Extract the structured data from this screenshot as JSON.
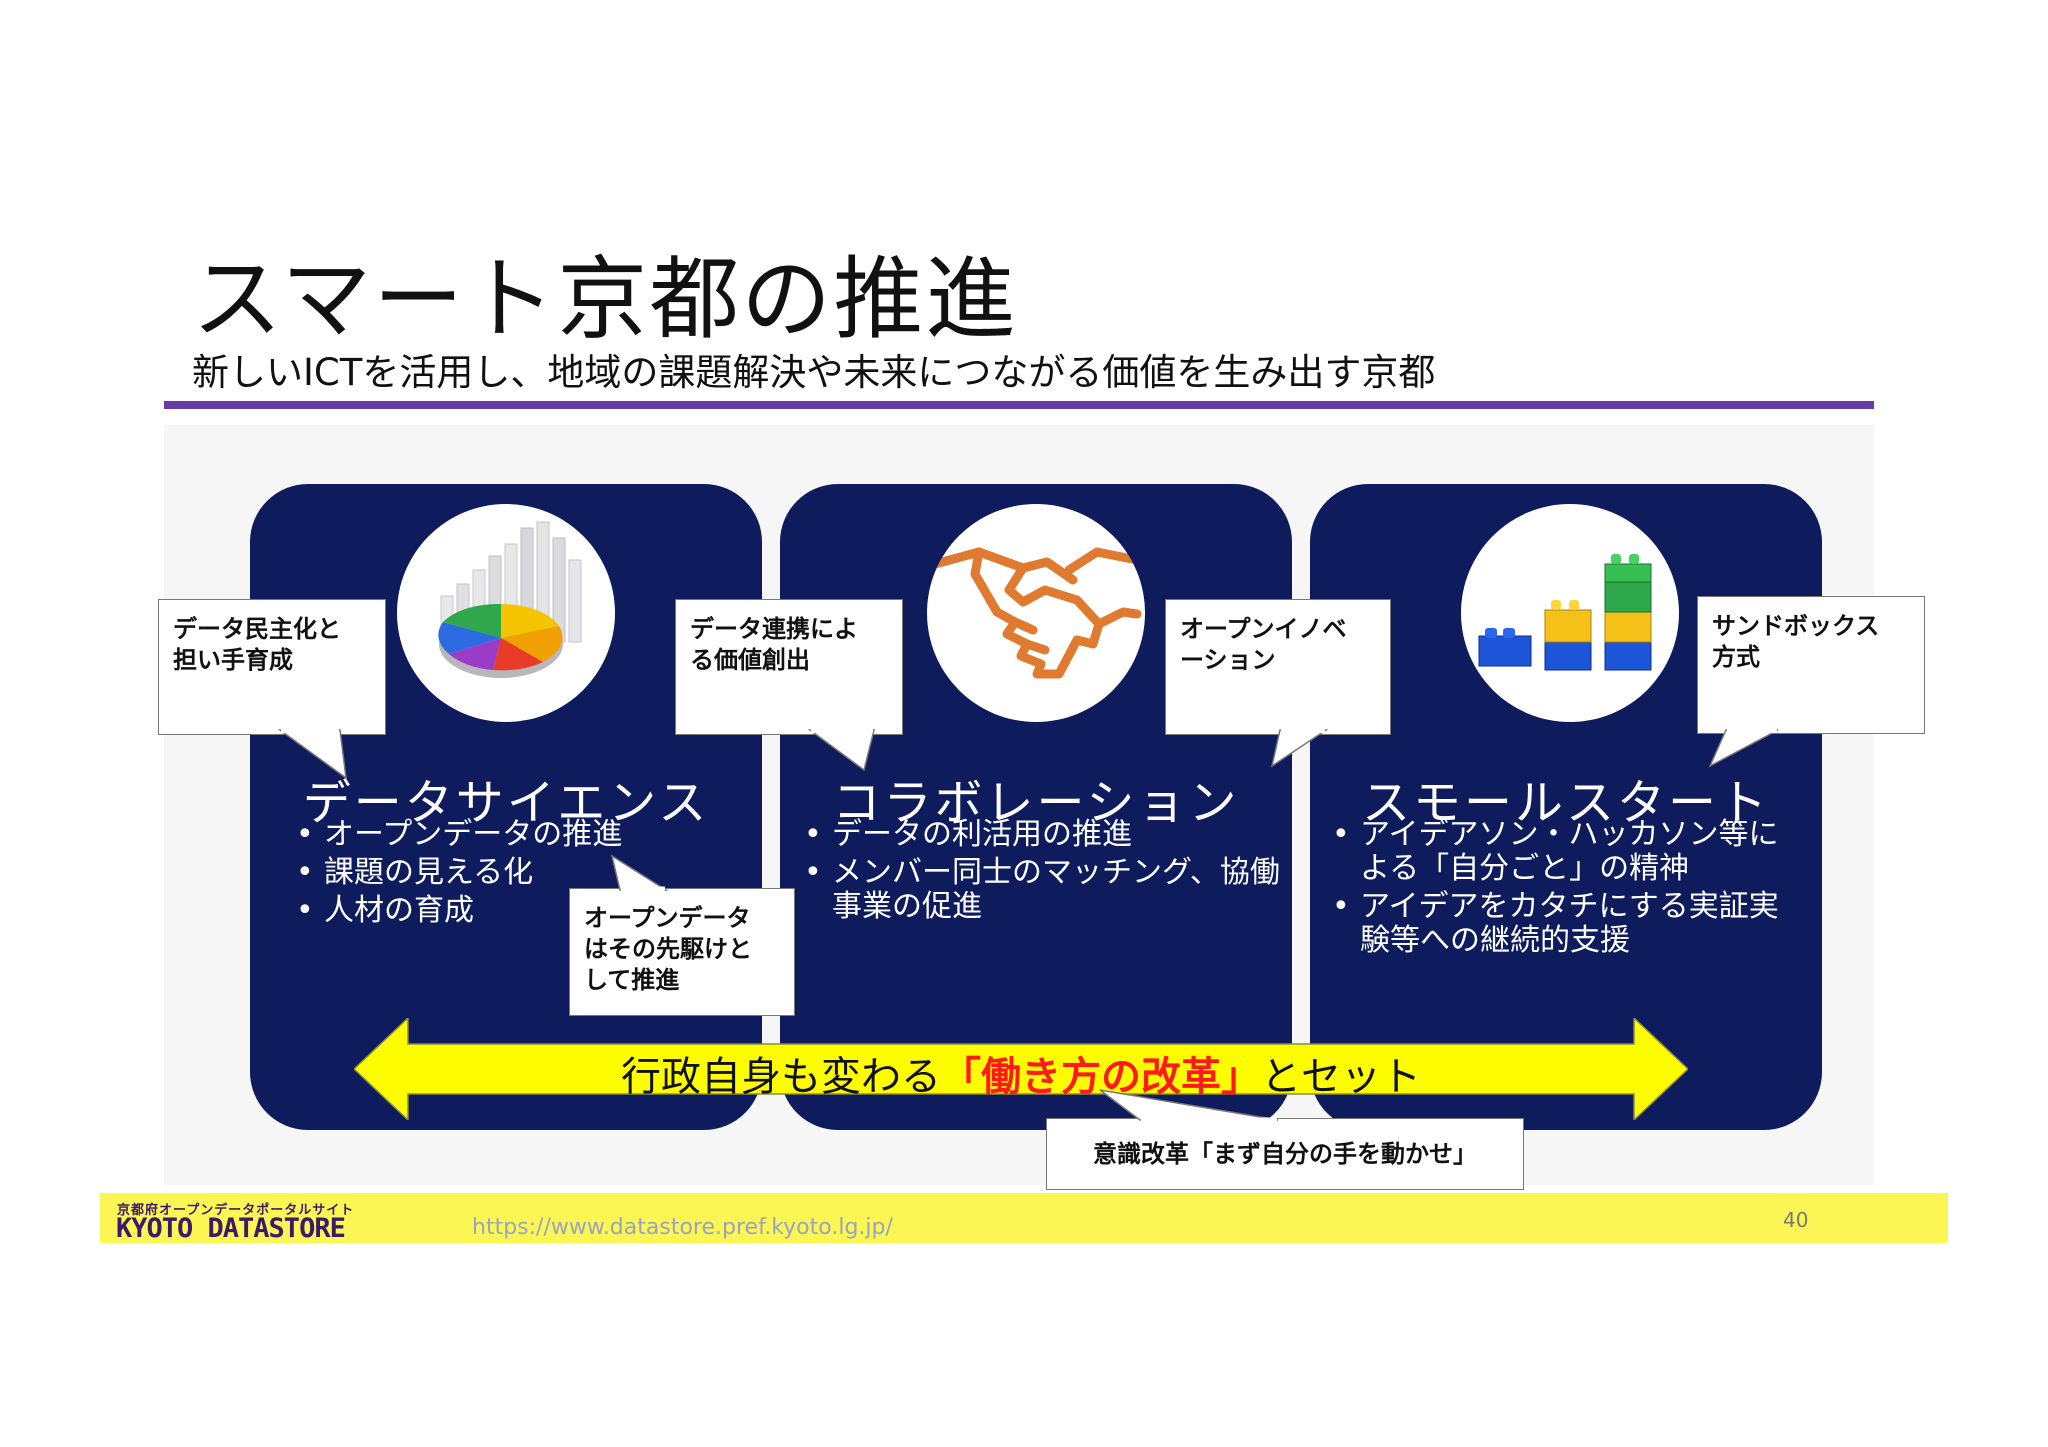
{
  "title": "スマート京都の推進",
  "subtitle": "新しいICTを活用し、地域の課題解決や未来につながる価値を生み出す京都",
  "colors": {
    "accent_purple": "#6a3aa8",
    "panel_navy": "#0e1c5e",
    "band_yellow": "#fdfd00",
    "highlight_red": "#ff1a1a",
    "footer_yellow": "#fbf653"
  },
  "panels": [
    {
      "heading": "データサイエンス",
      "icon": "chart-pie-icon",
      "bullets": [
        "オープンデータの推進",
        "課題の見える化",
        "人材の育成"
      ],
      "callout": [
        "データ民主化と",
        "担い手育成"
      ]
    },
    {
      "heading": "コラボレーション",
      "icon": "handshake-icon",
      "bullets": [
        "データの利活用の推進",
        "メンバー同士のマッチング、協働事業の促進"
      ],
      "callout": [
        "データ連携によ",
        "る価値創出"
      ]
    },
    {
      "heading": "スモールスタート",
      "icon": "building-blocks-icon",
      "bullets": [
        "アイデアソン・ハッカソン等による「自分ごと」の精神",
        "アイデアをカタチにする実証実験等への継続的支援"
      ],
      "callout_left": [
        "オープンイノベ",
        "ーション"
      ],
      "callout_right": [
        "サンドボックス",
        "方式"
      ]
    }
  ],
  "opendata_callout": [
    "オープンデータ",
    "はその先駆けと",
    "して推進"
  ],
  "band": {
    "prefix": "行政自身も変わる",
    "highlight": "「働き方の改革」",
    "suffix": "とセット"
  },
  "awareness_callout": "意識改革「まず自分の手を動かせ」",
  "footer": {
    "logo_small": "京都府オープンデータポータルサイト",
    "logo_big": "KYOTO DATASTORE",
    "url": "https://www.datastore.pref.kyoto.lg.jp/",
    "page_number": "40"
  }
}
